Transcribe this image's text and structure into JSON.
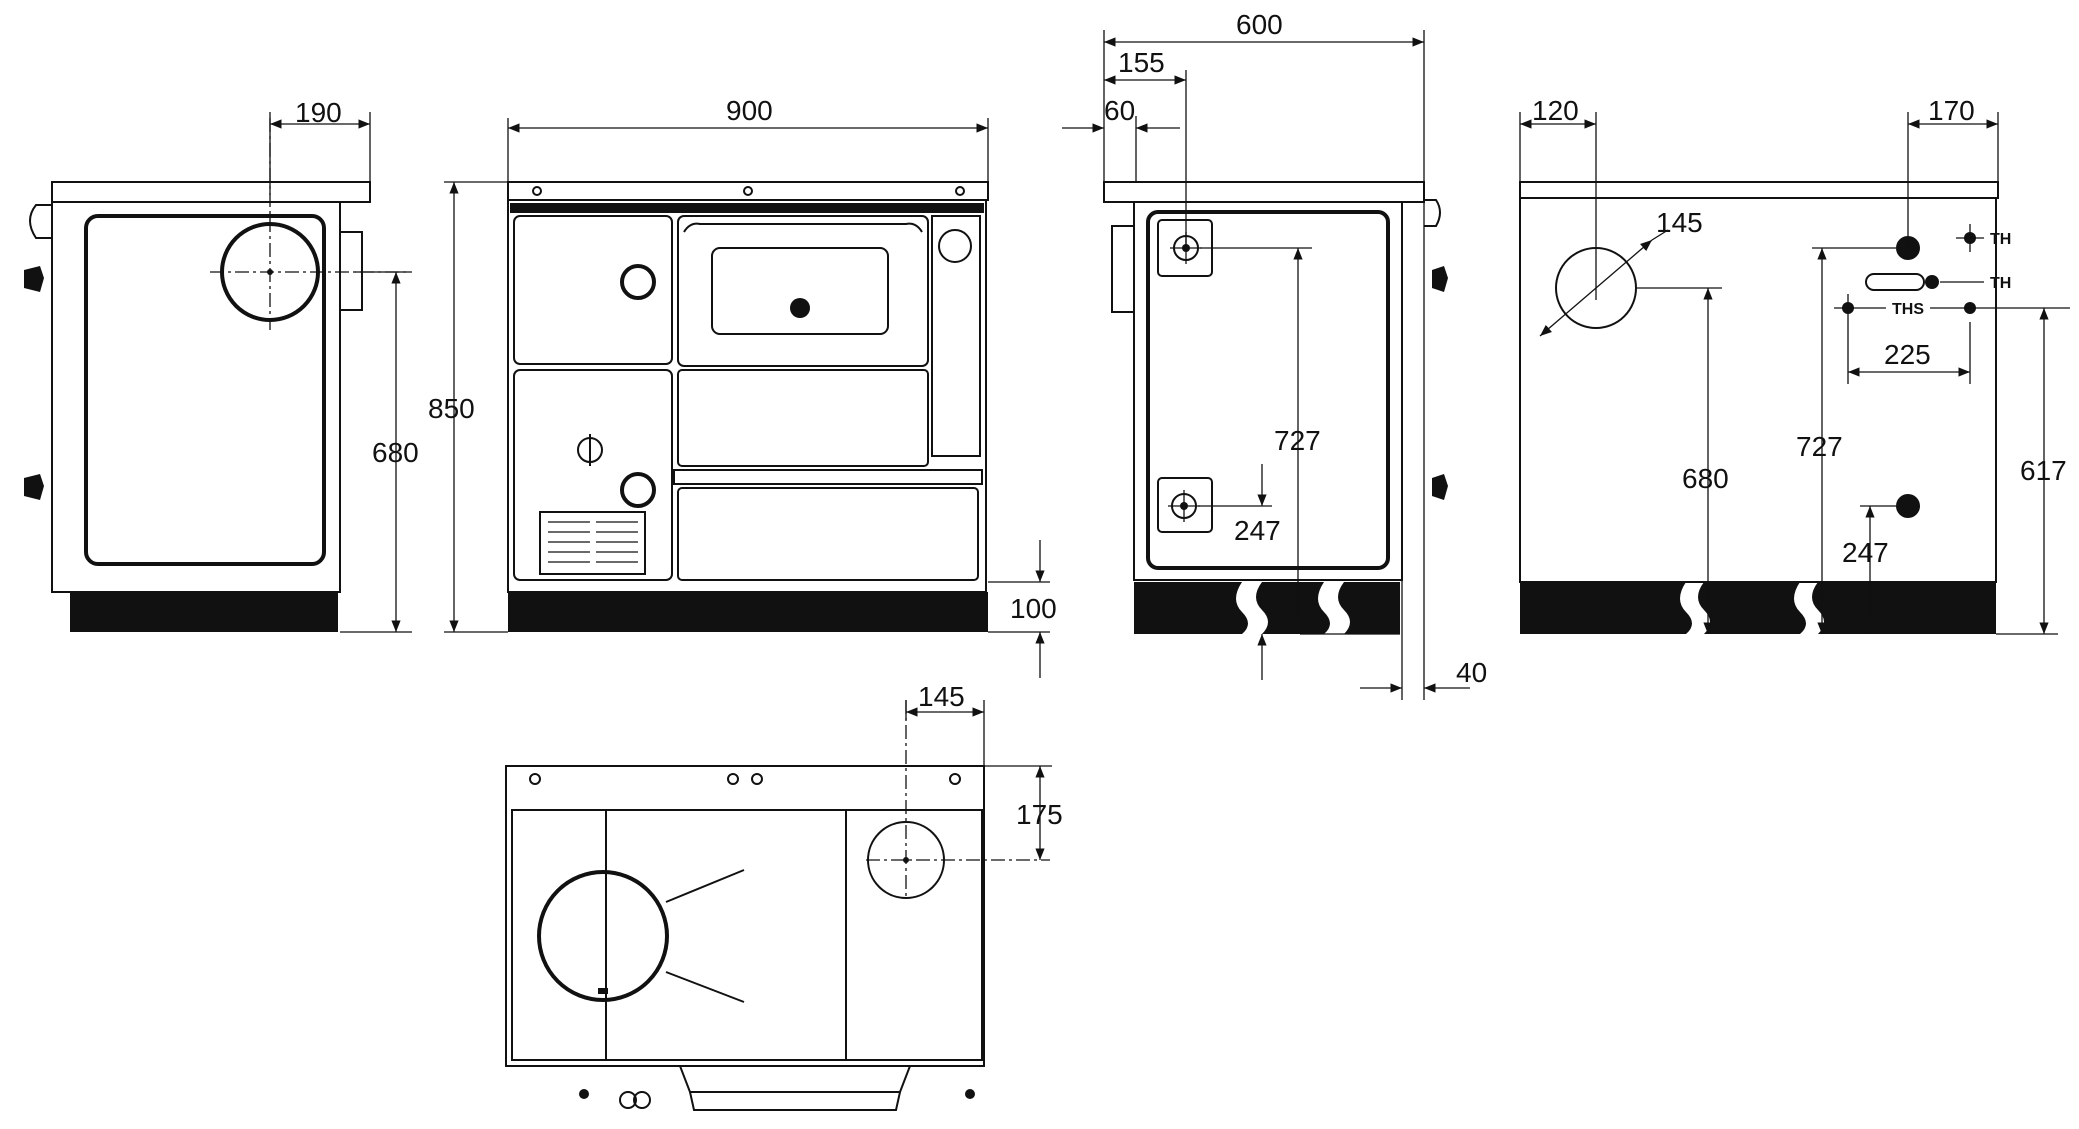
{
  "dimensions": {
    "side_left": {
      "d190": "190",
      "d680": "680"
    },
    "front": {
      "d900": "900",
      "d850": "850",
      "d100": "100"
    },
    "side_right": {
      "d600": "600",
      "d155": "155",
      "d60": "60",
      "d727": "727",
      "d247": "247",
      "d40": "40"
    },
    "rear": {
      "d120": "120",
      "d170": "170",
      "d145": "145",
      "d225": "225",
      "d680": "680",
      "d727": "727",
      "d617": "617",
      "d247": "247",
      "th_top": "TH",
      "th_mid": "TH",
      "ths": "THS"
    },
    "top": {
      "d145": "145",
      "d175": "175"
    }
  },
  "colors": {
    "line": "#111111",
    "background": "#ffffff"
  }
}
